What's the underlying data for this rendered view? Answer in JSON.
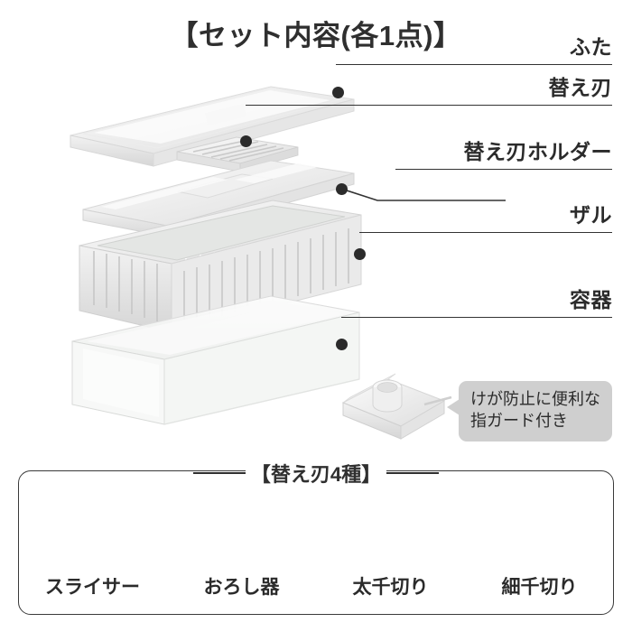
{
  "header": {
    "title": "【セット内容(各1点)】"
  },
  "parts": [
    {
      "name": "lid",
      "label": "ふた"
    },
    {
      "name": "spare-blade",
      "label": "替え刃"
    },
    {
      "name": "blade-holder",
      "label": "替え刃ホルダー"
    },
    {
      "name": "strainer",
      "label": "ザル"
    },
    {
      "name": "container",
      "label": "容器"
    }
  ],
  "callout": {
    "line1": "けが防止に便利な",
    "line2": "指ガード付き"
  },
  "blade_panel": {
    "heading": "【替え刃4種】",
    "blades": [
      {
        "name": "slicer",
        "label": "スライサー"
      },
      {
        "name": "grater",
        "label": "おろし器"
      },
      {
        "name": "thick-julienne",
        "label": "太千切り"
      },
      {
        "name": "fine-julienne",
        "label": "細千切り"
      }
    ]
  },
  "colors": {
    "text": "#2b2b2b",
    "line": "#333333",
    "bubble_bg": "#cfcfcf",
    "panel_border": "#3a3a3a",
    "plastic_white": "#f4f4f4",
    "blade_metal": "#8d9490",
    "blade_teeth": "#4a5350"
  }
}
